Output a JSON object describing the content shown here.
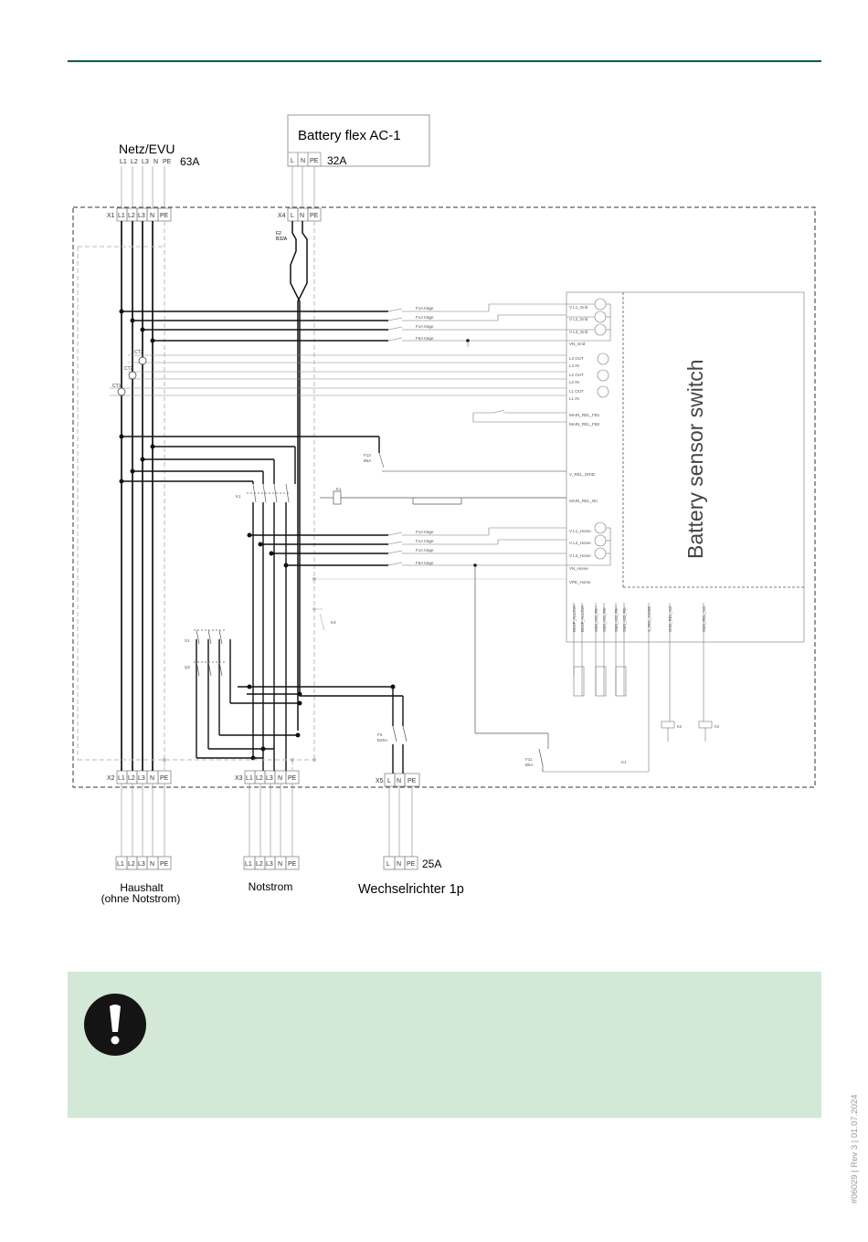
{
  "diagram": {
    "top_left": {
      "title": "Netz/EVU",
      "terminals": [
        "L1",
        "L2",
        "L3",
        "N",
        "PE"
      ],
      "rating": "63A"
    },
    "top_right": {
      "title": "Battery flex AC-1",
      "terminals": [
        "L",
        "N",
        "PE"
      ],
      "rating": "32A"
    },
    "central_box": {
      "title": "Battery sensor switch"
    },
    "strips": {
      "x1": {
        "label": "X1",
        "terminals": [
          "L1",
          "L2",
          "L3",
          "N",
          "PE"
        ]
      },
      "x4": {
        "label": "X4",
        "terminals": [
          "L",
          "N",
          "PE"
        ]
      },
      "x2": {
        "label": "X2",
        "terminals": [
          "L1",
          "L2",
          "L3",
          "N",
          "PE"
        ]
      },
      "x3": {
        "label": "X3",
        "terminals": [
          "L1",
          "L2",
          "L3",
          "N",
          "PE"
        ]
      },
      "x5": {
        "label": "X5",
        "terminals": [
          "L",
          "N",
          "PE"
        ]
      }
    },
    "outputs": {
      "haushalt": {
        "terminals": [
          "L1",
          "L2",
          "L3",
          "N",
          "PE"
        ],
        "label_line1": "Haushalt",
        "label_line2": "(ohne Notstrom)"
      },
      "notstrom": {
        "terminals": [
          "L1",
          "L2",
          "L3",
          "N",
          "PE"
        ],
        "label": "Notstrom"
      },
      "wechselrichter": {
        "terminals": [
          "L",
          "N",
          "PE"
        ],
        "rating": "25A",
        "label": "Wechselrichter 1p"
      }
    },
    "small_labels": {
      "f2": "F2",
      "f2_rating": "B32A",
      "f13": "F13",
      "f13_rating": "B6A",
      "f3": "F3",
      "f3_rating": "B25A",
      "f11": "F11",
      "f11_rating": "B6A",
      "k1": "K1",
      "k3": "K3",
      "k2": "K2",
      "q1": "Q1",
      "q2": "Q2",
      "s1": "S1",
      "ct1": "CT1",
      "ct2": "CT2",
      "ct3": "CT3"
    },
    "grid_fuses": [
      "F1A träge",
      "F1A träge",
      "F1A träge",
      "F6A träge"
    ],
    "home_fuses": [
      "F1A träge",
      "F1A träge",
      "F1A träge",
      "F6A träge"
    ],
    "grid_signals": [
      "V L1_Grid",
      "V L2_Grid",
      "V L3_Grid",
      "VN_Grid"
    ],
    "ct_signals": [
      "L3 OUT",
      "L3 IN",
      "L2 OUT",
      "L2 IN",
      "L1 OUT",
      "L1 IN"
    ],
    "relay_signals": [
      "MAIN_REL_FB1",
      "MAIN_REL_FB2"
    ],
    "v_rel_grid": "V_REL_GRID",
    "main_rel_nc": "MAIN_REL_NC",
    "home_signals": [
      "V L1_Home",
      "V L2_Home",
      "V L3_Home",
      "VN_Home",
      "VPE_Home"
    ],
    "vertical_signals": [
      "BKUP_ALLOW+",
      "BKUP_ALLOW-",
      "SMS_IO1_FB+",
      "SMS_IO1_FB-",
      "SMS_IO2_FB+",
      "SMS_IO2_FB-",
      "V_REL_HOME",
      "GND_REL_NO",
      "SMS_REL_NO"
    ]
  },
  "side_reference": "#06029 | Rev 3 | 01.07.2024",
  "notice_icon": "exclamation-circle-icon",
  "colors": {
    "accent_rule": "#0b5a45",
    "notice_background": "#d3e8d7",
    "notice_icon": "#141414"
  }
}
